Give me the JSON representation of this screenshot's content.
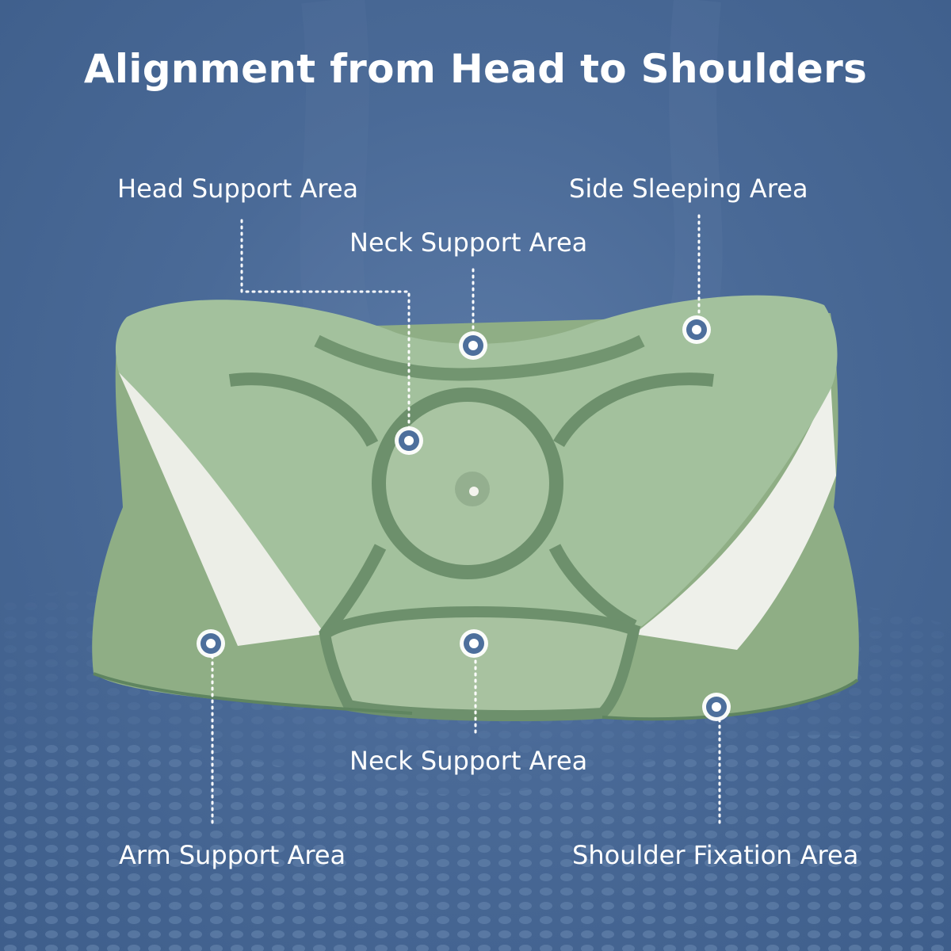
{
  "headline": "Alignment from Head to Shoulders",
  "labels": {
    "head_support": "Head Support Area",
    "neck_support_top": "Neck Support Area",
    "side_sleeping": "Side Sleeping Area",
    "neck_support_bottom": "Neck Support Area",
    "arm_support": "Arm Support Area",
    "shoulder_fixation": "Shoulder Fixation Area"
  },
  "colors": {
    "background": "#4a6a97",
    "pillow_green": "#9db99a",
    "pillow_dark_green": "#6f9470",
    "foam_white": "#eef0ea",
    "marker_ring": "#4d6f9c",
    "text": "#ffffff"
  }
}
